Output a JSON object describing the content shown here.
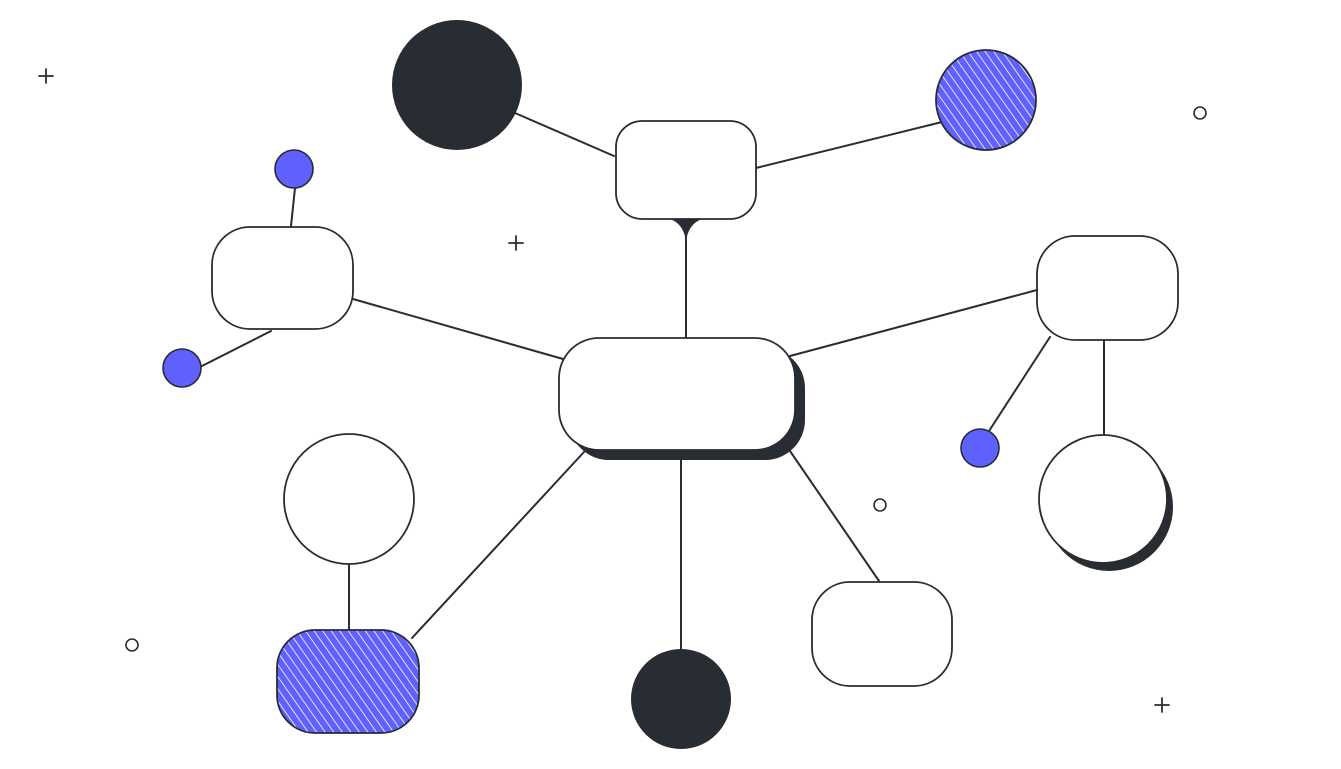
{
  "diagram": {
    "type": "mind-map",
    "colors": {
      "ink": "#282c33",
      "accent": "#6060ff",
      "background": "#ffffff"
    },
    "nodes": [
      {
        "id": "center",
        "shape": "rounded-rect",
        "style": "outline-shadow",
        "label": ""
      },
      {
        "id": "top-box",
        "shape": "rounded-rect",
        "style": "outline",
        "label": ""
      },
      {
        "id": "top-dark-circle",
        "shape": "circle",
        "style": "dark",
        "label": ""
      },
      {
        "id": "top-hatched-circle",
        "shape": "circle",
        "style": "hatched-accent",
        "label": ""
      },
      {
        "id": "left-box",
        "shape": "rounded-rect",
        "style": "outline",
        "label": ""
      },
      {
        "id": "left-dot-upper",
        "shape": "dot",
        "style": "accent",
        "label": ""
      },
      {
        "id": "left-dot-lower",
        "shape": "dot",
        "style": "accent",
        "label": ""
      },
      {
        "id": "right-box",
        "shape": "rounded-rect",
        "style": "outline",
        "label": ""
      },
      {
        "id": "right-dot",
        "shape": "dot",
        "style": "accent",
        "label": ""
      },
      {
        "id": "right-circle",
        "shape": "circle",
        "style": "outline-shadow",
        "label": ""
      },
      {
        "id": "bottom-left-circle",
        "shape": "circle",
        "style": "outline",
        "label": ""
      },
      {
        "id": "bottom-left-hatched-box",
        "shape": "rounded-rect",
        "style": "hatched-accent",
        "label": ""
      },
      {
        "id": "bottom-dark-circle",
        "shape": "circle",
        "style": "dark",
        "label": ""
      },
      {
        "id": "bottom-right-box",
        "shape": "rounded-rect",
        "style": "outline",
        "label": ""
      }
    ],
    "edges": [
      {
        "from": "center",
        "to": "top-box"
      },
      {
        "from": "top-box",
        "to": "top-dark-circle"
      },
      {
        "from": "top-box",
        "to": "top-hatched-circle"
      },
      {
        "from": "center",
        "to": "left-box"
      },
      {
        "from": "left-box",
        "to": "left-dot-upper"
      },
      {
        "from": "left-box",
        "to": "left-dot-lower"
      },
      {
        "from": "center",
        "to": "right-box"
      },
      {
        "from": "right-box",
        "to": "right-dot"
      },
      {
        "from": "right-box",
        "to": "right-circle"
      },
      {
        "from": "center",
        "to": "bottom-left-hatched-box"
      },
      {
        "from": "bottom-left-circle",
        "to": "bottom-left-hatched-box"
      },
      {
        "from": "center",
        "to": "bottom-dark-circle"
      },
      {
        "from": "center",
        "to": "bottom-right-box"
      }
    ],
    "decorations": [
      "plus-mark",
      "plus-mark",
      "plus-mark",
      "ring-mark",
      "ring-mark",
      "ring-mark"
    ]
  }
}
